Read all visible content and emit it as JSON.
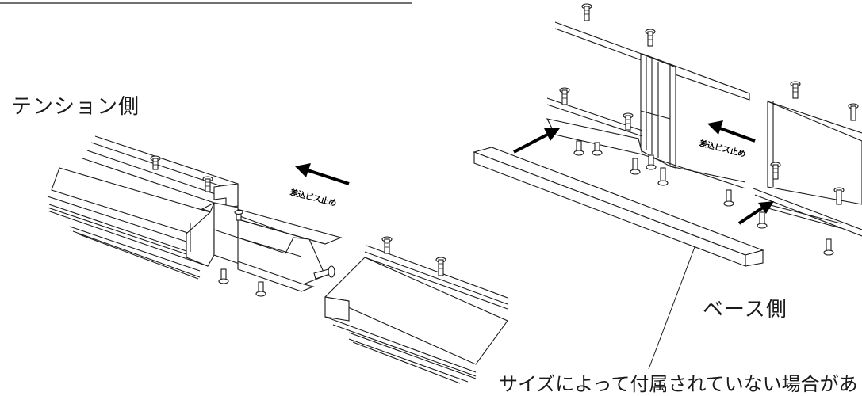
{
  "labels": {
    "tension_side": "テンション側",
    "base_side": "ベース側",
    "insert_screw_left": "差込ビス止め",
    "insert_screw_right": "差込ビス止め",
    "note": "サイズによって付属されていない場合があ"
  },
  "colors": {
    "line": "#1a1a1a",
    "arrow": "#000000",
    "background": "#ffffff"
  }
}
